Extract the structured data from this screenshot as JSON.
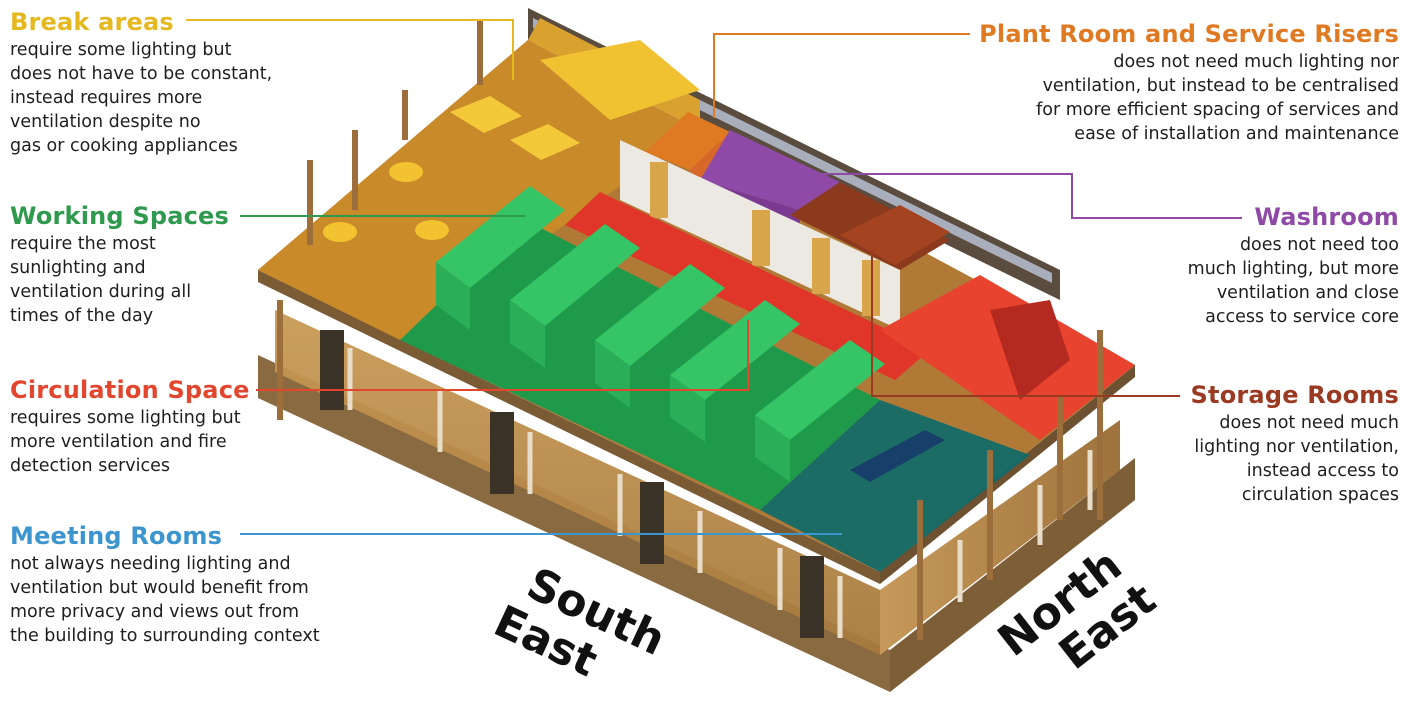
{
  "colors": {
    "break": "#e5b820",
    "working": "#2f9a4e",
    "circulation": "#e2462e",
    "meeting": "#3c95cf",
    "plant": "#e07a22",
    "washroom": "#8e4aa6",
    "storage": "#9b3a22"
  },
  "labels": {
    "break": {
      "title": "Break areas",
      "lines": [
        "require some lighting but",
        "does not have to be constant,",
        "instead requires more",
        "ventilation despite no",
        "gas or cooking appliances"
      ]
    },
    "working": {
      "title": "Working Spaces",
      "lines": [
        "require the most",
        "sunlighting and",
        "ventilation during all",
        "times of the day"
      ]
    },
    "circulation": {
      "title": "Circulation Space",
      "lines": [
        "requires some lighting but",
        "more ventilation and fire",
        "detection services"
      ]
    },
    "meeting": {
      "title": "Meeting Rooms",
      "lines": [
        "not always needing lighting and",
        "ventilation but would benefit from",
        "more privacy and views out from",
        "the building to surrounding context"
      ]
    },
    "plant": {
      "title": "Plant Room and Service Risers",
      "lines": [
        "does not need much lighting nor",
        "ventilation, but instead to be centralised",
        "for more efficient spacing of services and",
        "ease of installation and maintenance"
      ]
    },
    "washroom": {
      "title": "Washroom",
      "lines": [
        "does not need too",
        "much lighting, but more",
        "ventilation and close",
        "access to service core"
      ]
    },
    "storage": {
      "title": "Storage Rooms",
      "lines": [
        "does not need much",
        "lighting nor ventilation,",
        "instead access to",
        "circulation spaces"
      ]
    }
  },
  "orientation": {
    "south": "South",
    "south_east": "East",
    "north": "North",
    "north_east": "East"
  }
}
